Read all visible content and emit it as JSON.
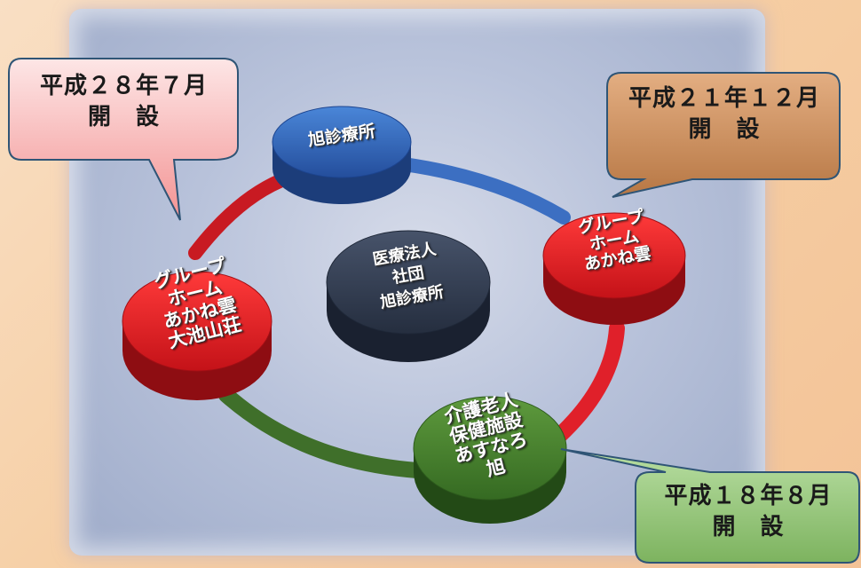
{
  "nodes": {
    "center": "医療法人\n社団\n旭診療所",
    "top": "旭診療所",
    "right": "グループ\nホーム\nあかね雲",
    "bottom": "介護老人\n保健施設\nあすなろ\n旭",
    "left": "グループ\nホーム\nあかね雲\n大池山荘"
  },
  "callouts": {
    "left": {
      "date": "平成２８年７月",
      "label": "開　設"
    },
    "right": {
      "date": "平成２１年１２月",
      "label": "開　設"
    },
    "bottom": {
      "date": "平成１８年８月",
      "label": "開　設"
    }
  },
  "colors": {
    "blue": "#2f62b5",
    "red": "#d81e28",
    "green": "#3f7a2a",
    "dark": "#2f3a4e",
    "pink_callout": "#f5a0a0",
    "brown_callout": "#c98a58",
    "green_callout": "#92c478"
  }
}
